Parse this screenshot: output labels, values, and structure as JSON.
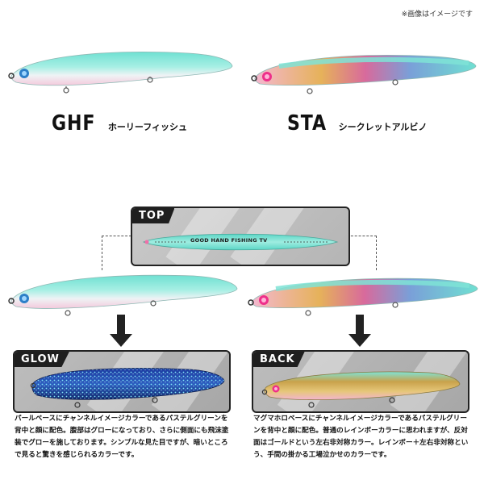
{
  "note": "※画像はイメージです",
  "variants": [
    {
      "code": "GHF",
      "name": "ホーリーフィッシュ"
    },
    {
      "code": "STA",
      "name": "シークレットアルビノ"
    }
  ],
  "panels": {
    "top": {
      "tab": "TOP",
      "lure_text": "GOOD HAND FISHING TV"
    },
    "glow": {
      "tab": "GLOW"
    },
    "back": {
      "tab": "BACK"
    }
  },
  "descriptions": {
    "ghf": "パールベースにチャンネルイメージカラーであるパステルグリーンを背中と顔に配色。腹部はグローになっており、さらに側面にも飛沫塗装でグローを施しております。シンプルな見た目ですが、暗いところで見ると驚きを感じられるカラーです。",
    "sta": "マグマホロベースにチャンネルイメージカラーであるパステルグリーンを背中と顔に配色。普通のレインボーカラーに思われますが、反対面はゴールドという左右非対称カラー。レインボー＋左右非対称という、手間の掛かる工場泣かせのカラーです。"
  },
  "colors": {
    "pastel_green": "#7fe3d6",
    "pink": "#f06fa8",
    "glow_blue": "#1f3f9e",
    "gold": "#c9a24a"
  }
}
